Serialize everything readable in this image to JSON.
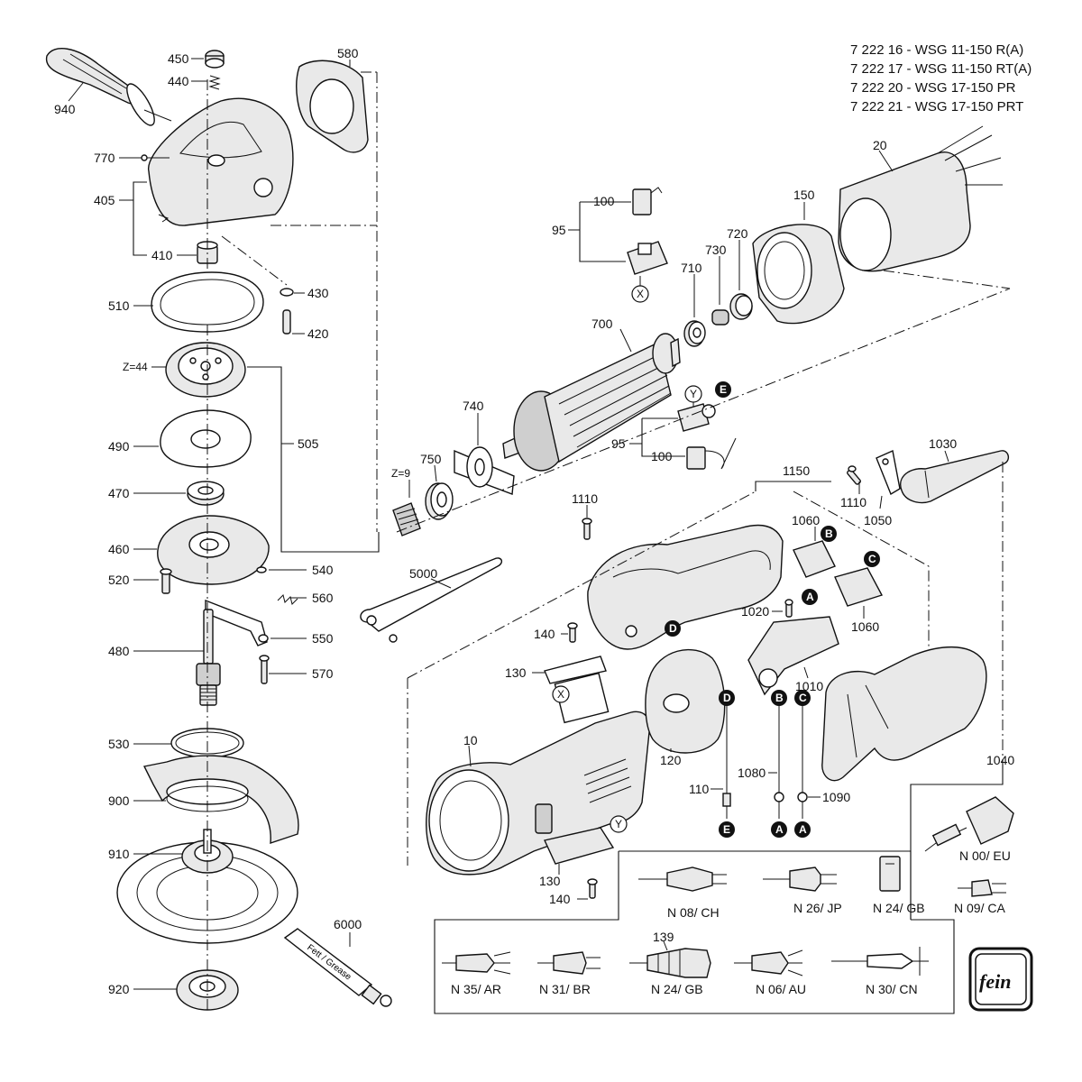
{
  "models": [
    "7 222 16 - WSG 11-150 R(A)",
    "7 222 17 - WSG 11-150 RT(A)",
    "7 222 20 - WSG 17-150 PR",
    "7 222 21 - WSG 17-150 PRT"
  ],
  "labels": {
    "p450": "450",
    "p440": "440",
    "p580": "580",
    "p940": "940",
    "p770": "770",
    "p405": "405",
    "p410": "410",
    "p430": "430",
    "p510": "510",
    "p420": "420",
    "pz44": "Z=44",
    "p490": "490",
    "p505": "505",
    "p470": "470",
    "p460": "460",
    "p520": "520",
    "p540": "540",
    "p560": "560",
    "p480": "480",
    "p550": "550",
    "p570": "570",
    "p530": "530",
    "p900": "900",
    "p910": "910",
    "p920": "920",
    "p6000": "6000",
    "p20": "20",
    "p150": "150",
    "p100a": "100",
    "p95a": "95",
    "p720": "720",
    "p730": "730",
    "p710": "710",
    "p700": "700",
    "p740": "740",
    "p95b": "95",
    "p100b": "100",
    "pz9": "Z=9",
    "p750": "750",
    "p5000": "5000",
    "p1110a": "1110",
    "p1150": "1150",
    "p1030": "1030",
    "p1110b": "1110",
    "p1050": "1050",
    "p1060a": "1060",
    "p1060b": "1060",
    "p1020": "1020",
    "p140a": "140",
    "p130a": "130",
    "p1010": "1010",
    "p120": "120",
    "p10": "10",
    "p110": "110",
    "p1080": "1080",
    "p1090": "1090",
    "p1040": "1040",
    "p130b": "130",
    "p140b": "140",
    "p139": "139"
  },
  "grease_tube": "Fett / Grease",
  "markers": {
    "X": "X",
    "Y": "Y",
    "A": "A",
    "B": "B",
    "C": "C",
    "D": "D",
    "E": "E"
  },
  "plugs": {
    "eu": "N 00/ EU",
    "ch": "N 08/ CH",
    "jp": "N 26/ JP",
    "gb24a": "N 24/ GB",
    "ca": "N 09/ CA",
    "ar": "N 35/ AR",
    "br": "N 31/ BR",
    "gb24b": "N 24/ GB",
    "au": "N 06/ AU",
    "cn": "N 30/ CN"
  },
  "logo": "fein"
}
